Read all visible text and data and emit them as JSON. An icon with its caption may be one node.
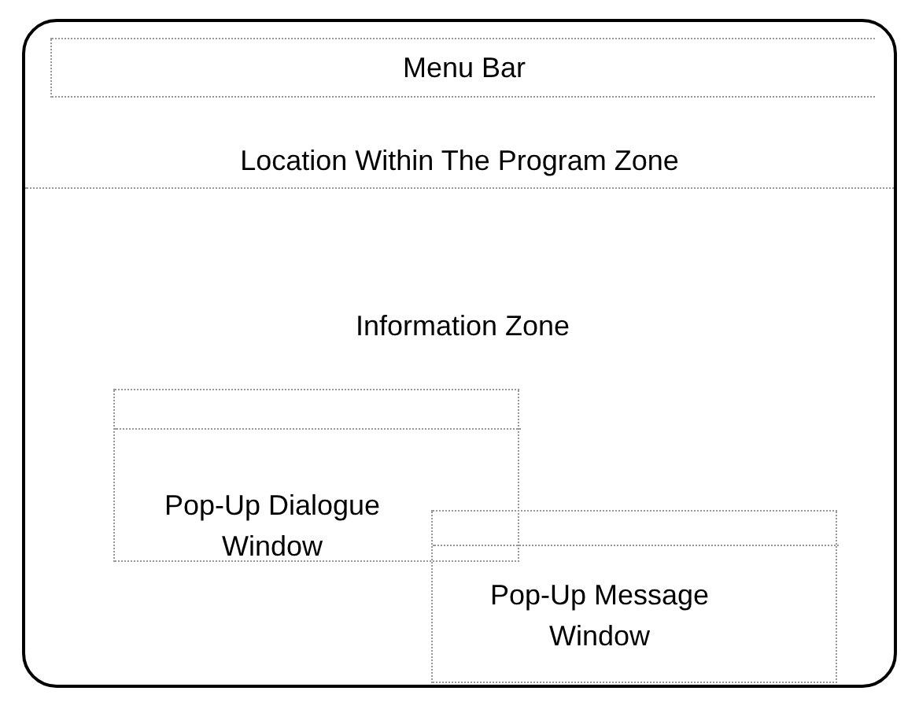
{
  "diagram": {
    "nodes": [
      {
        "text": [
          "Information Zone"
        ]
      },
      {
        "text": [
          "Menu Bar"
        ],
        "in": 0
      },
      {
        "text": [
          "Location Within The Program Zone"
        ],
        "in": 0
      },
      {
        "text": [
          "Pop-Up Dialogue Window"
        ],
        "in": 0
      },
      {
        "text": [
          "Pop-Up Message Window"
        ],
        "in": 0
      }
    ]
  }
}
